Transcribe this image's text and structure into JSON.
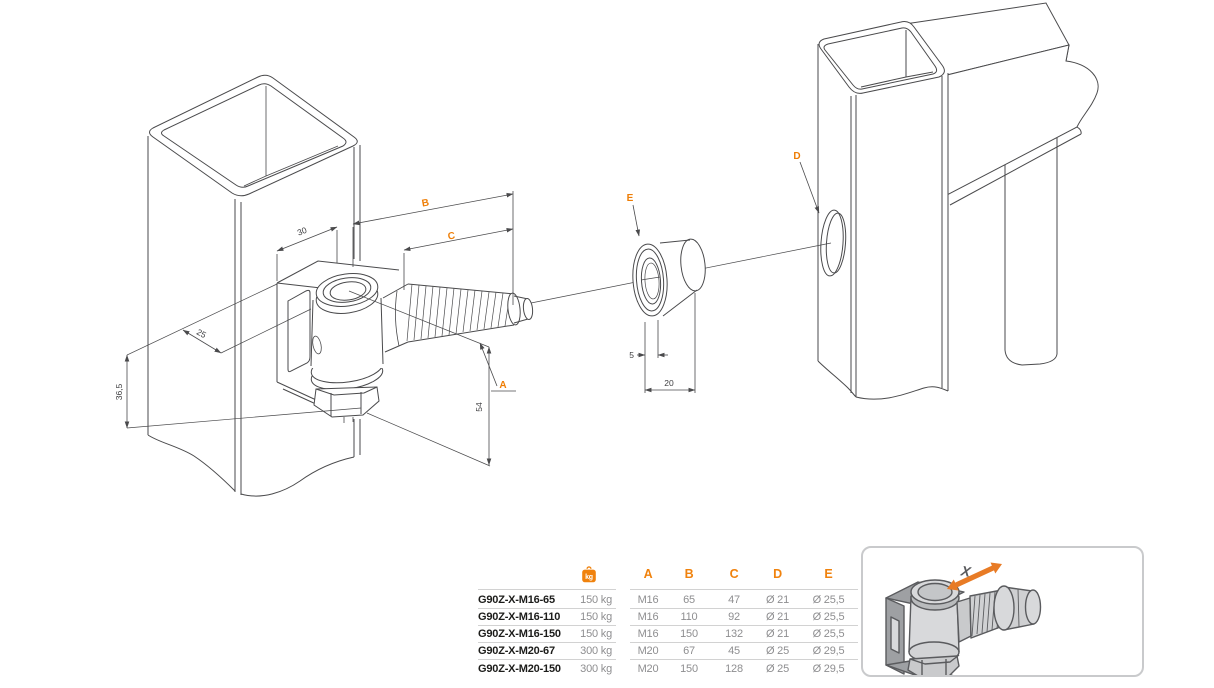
{
  "drawing": {
    "labels": {
      "a": "A",
      "b": "B",
      "c": "C",
      "d": "D",
      "e": "E"
    },
    "dims": {
      "d30": "30",
      "d25": "25",
      "d365": "36,5",
      "d54": "54",
      "d5": "5",
      "d20": "20"
    },
    "colors": {
      "orange": "#ee7d05",
      "line": "#4a4a4c"
    }
  },
  "table": {
    "headers": {
      "weight_icon": "weight-icon",
      "weight_icon_text": "kg",
      "a": "A",
      "b": "B",
      "c": "C",
      "d": "D",
      "e": "E"
    },
    "rows": [
      {
        "name": "G90Z-X-M16-65",
        "weight": "150 kg",
        "a": "M16",
        "b": "65",
        "c": "47",
        "d": "Ø 21",
        "e": "Ø 25,5"
      },
      {
        "name": "G90Z-X-M16-110",
        "weight": "150 kg",
        "a": "M16",
        "b": "110",
        "c": "92",
        "d": "Ø 21",
        "e": "Ø 25,5"
      },
      {
        "name": "G90Z-X-M16-150",
        "weight": "150 kg",
        "a": "M16",
        "b": "150",
        "c": "132",
        "d": "Ø 21",
        "e": "Ø 25,5"
      },
      {
        "name": "G90Z-X-M20-67",
        "weight": "300 kg",
        "a": "M20",
        "b": "67",
        "c": "45",
        "d": "Ø 25",
        "e": "Ø 29,5"
      },
      {
        "name": "G90Z-X-M20-150",
        "weight": "300 kg",
        "a": "M20",
        "b": "150",
        "c": "128",
        "d": "Ø 25",
        "e": "Ø 29,5"
      }
    ]
  },
  "inset": {
    "x_label": "X"
  }
}
